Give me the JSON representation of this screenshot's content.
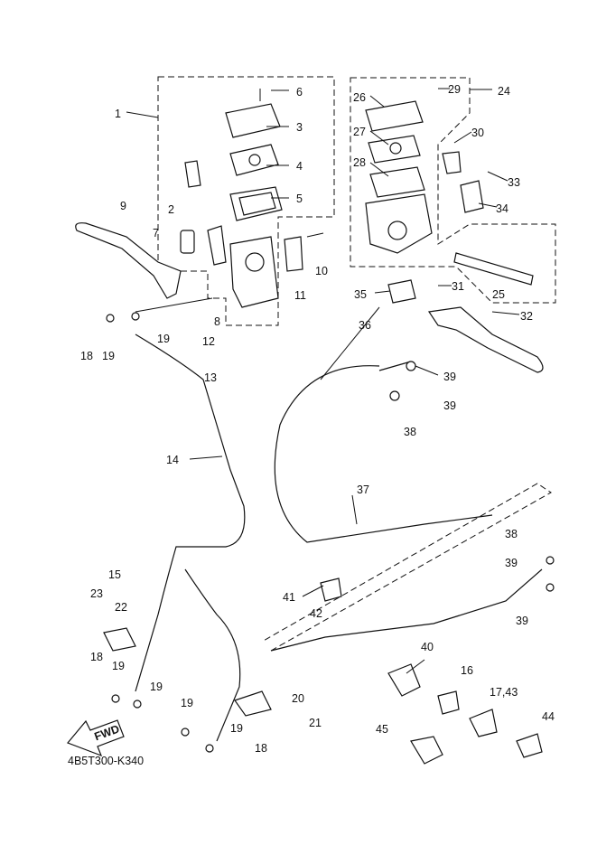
{
  "diagram_code": "4B5T300-K340",
  "direction_arrow": "FWD",
  "callouts": [
    "1",
    "2",
    "3",
    "4",
    "5",
    "6",
    "7",
    "8",
    "9",
    "10",
    "11",
    "12",
    "13",
    "14",
    "15",
    "16",
    "17,43",
    "18",
    "19",
    "19",
    "18",
    "19",
    "19",
    "19",
    "19",
    "18",
    "20",
    "21",
    "22",
    "23",
    "24",
    "25",
    "26",
    "27",
    "28",
    "29",
    "30",
    "31",
    "32",
    "33",
    "34",
    "35",
    "36",
    "37",
    "38",
    "39",
    "39",
    "38",
    "39",
    "39",
    "40",
    "41",
    "42",
    "44",
    "45"
  ]
}
